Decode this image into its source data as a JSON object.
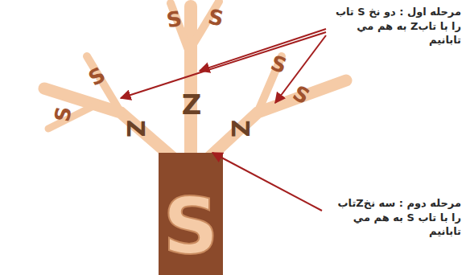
{
  "diagram": {
    "labels": [
      "مرحله اول : دو نخ S تاب را با تابZ به هم مي تابانيم",
      "مرحله دوم : سه نخZتاب را با تاب S به هم مي تابانيم",
      "S",
      "S",
      "S",
      "S",
      "S",
      "S",
      "Z",
      "Z",
      "Z",
      "S"
    ]
  }
}
